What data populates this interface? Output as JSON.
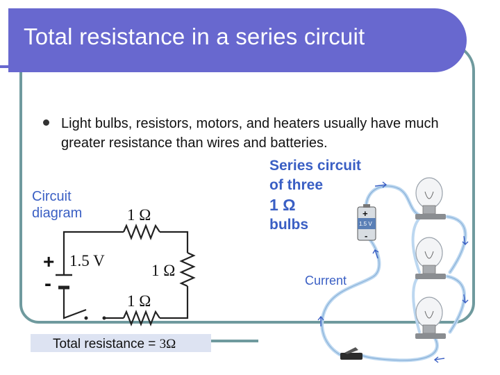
{
  "slide": {
    "title": "Total resistance in a series circuit",
    "bullet": "Light bulbs, resistors, motors, and heaters usually have much greater resistance than wires and batteries."
  },
  "diagram": {
    "label_line1": "Circuit",
    "label_line2": "diagram",
    "resistor_top": "1 Ω",
    "resistor_right": "1 Ω",
    "resistor_bottom": "1 Ω",
    "battery_voltage": "1.5 V",
    "plus_sign": "+",
    "minus_sign": "-",
    "total_label": "Total resistance = ",
    "total_value": "3Ω"
  },
  "illustration": {
    "heading_line1": "Series circuit",
    "heading_line2": "of three",
    "heading_line3": "1 Ω",
    "heading_line4": "bulbs",
    "battery_plus": "+",
    "battery_label": "1.5 V",
    "battery_minus": "-",
    "current_label": "Current"
  },
  "colors": {
    "title_bar": "#6868cf",
    "frame": "#6f9a9e",
    "label_blue": "#3a5fc4",
    "total_box": "#dde3f2",
    "wire": "#bcd7f0"
  }
}
